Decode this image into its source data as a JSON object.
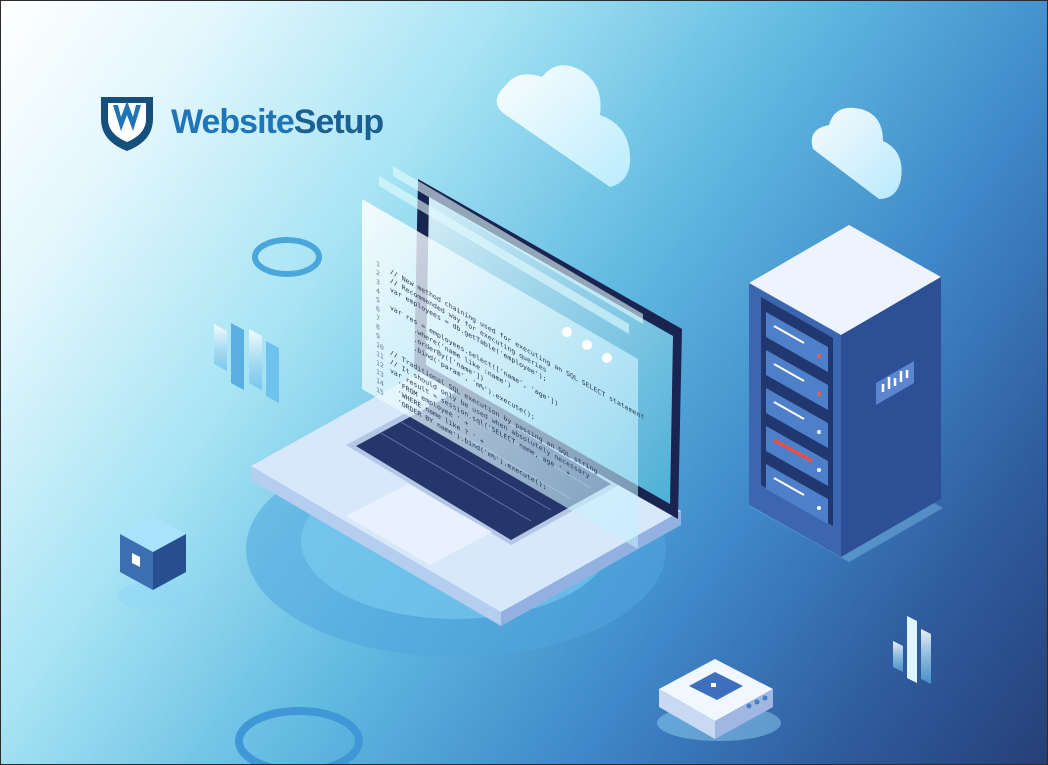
{
  "brand": {
    "name_part1": "Website",
    "name_part2": "Setup",
    "logo_icon": "shield-w-icon",
    "colors": {
      "primary": "#1f75b8",
      "secondary": "#1c5f92",
      "dark": "#15507d"
    }
  },
  "illustration": {
    "code_line_numbers": [
      "1",
      "2",
      "3",
      "4",
      "5",
      "6",
      "7",
      "8",
      "9",
      "10",
      "11",
      "12",
      "13",
      "14",
      "15"
    ],
    "code_lines": [
      "// New method chaining used for executing an SQL SELECT statement",
      "// Recommended way for executing queries",
      "var employees = db.getTable('employee');",
      "",
      "var res = employees.select(['name', 'age'])",
      "      .where('name like :name')",
      "      .orderBy(['name'])",
      "      .bind('param', 'm%').execute();",
      "",
      "// Traditional SQL execution by passing an SQL string",
      "// It should only be used when absolutely necessary",
      "var result = session.sql('SELECT name, age ' +",
      "  'FROM employee ' +",
      "  'WHERE name like ? ' +",
      "  'ORDER BY name').bind('m%').execute();"
    ],
    "server_panel_icon": "bar-chart-icon",
    "icons": [
      "cloud-icon",
      "laptop-icon",
      "server-rack-icon",
      "cube-icon",
      "router-icon",
      "ring-icon",
      "bars-icon"
    ]
  }
}
